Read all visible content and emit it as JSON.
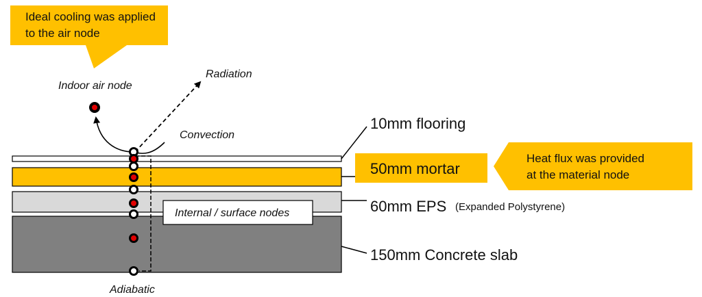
{
  "callouts": {
    "cooling": {
      "line1": "Ideal cooling was applied",
      "line2": "to the air node"
    },
    "heat_flux": {
      "line1": "Heat flux was provided",
      "line2": "at the material node"
    }
  },
  "annotations": {
    "radiation": "Radiation",
    "indoor_air_node": "Indoor air node",
    "convection": "Convection",
    "internal_surface_nodes": "Internal / surface nodes",
    "adiabatic": "Adiabatic"
  },
  "layers": [
    {
      "name": "10mm flooring",
      "note": "",
      "color": "#ffffff"
    },
    {
      "name": "50mm mortar",
      "note": "",
      "color": "#ffc000"
    },
    {
      "name": "60mm EPS",
      "note": "(Expanded Polystyrene)",
      "color": "#d9d9d9"
    },
    {
      "name": "150mm Concrete slab",
      "note": "",
      "color": "#808080"
    }
  ],
  "colors": {
    "callout_fill": "#ffc000",
    "internal_node": "#e00000",
    "surface_node": "#ffffff",
    "outline": "#000000"
  }
}
